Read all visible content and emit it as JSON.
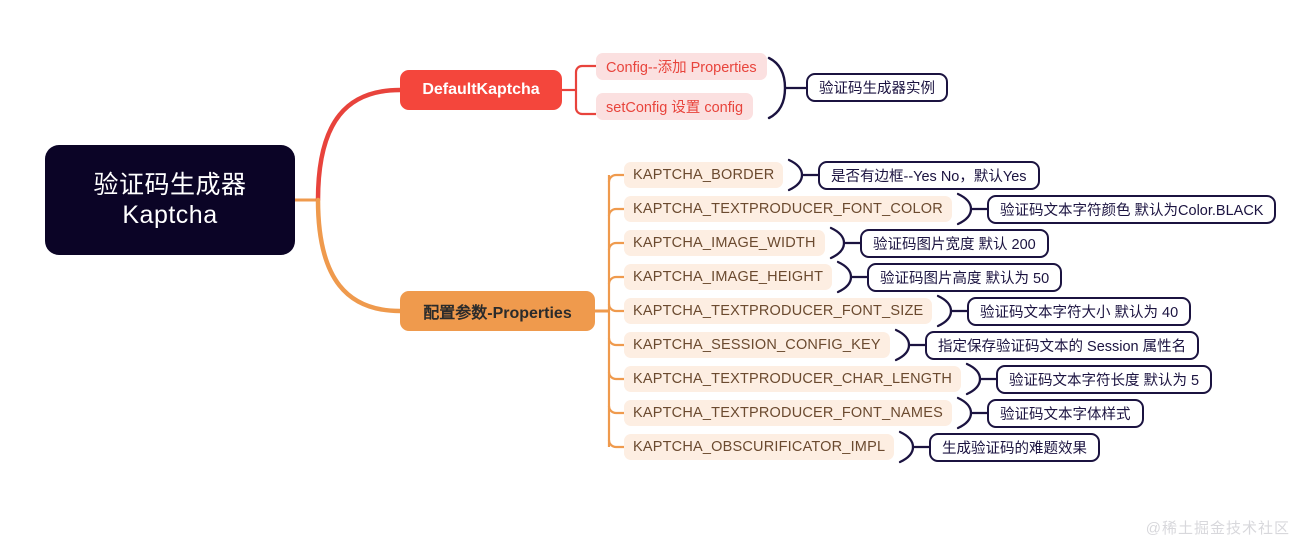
{
  "root": {
    "line1": "验证码生成器",
    "line2": "Kaptcha",
    "color": "#0b0426"
  },
  "branches": [
    {
      "id": "default-kaptcha",
      "label": "DefaultKaptcha",
      "color": "#f4463c",
      "children": [
        {
          "label": "Config--添加 Properties"
        },
        {
          "label": "setConfig 设置 config"
        }
      ],
      "group_desc": "验证码生成器实例"
    },
    {
      "id": "properties",
      "label": "配置参数-Properties",
      "color": "#ef9a4d",
      "items": [
        {
          "key": "KAPTCHA_BORDER",
          "desc": "是否有边框--Yes No，默认Yes"
        },
        {
          "key": "KAPTCHA_TEXTPRODUCER_FONT_COLOR",
          "desc": "验证码文本字符颜色 默认为Color.BLACK"
        },
        {
          "key": "KAPTCHA_IMAGE_WIDTH",
          "desc": "验证码图片宽度 默认 200"
        },
        {
          "key": "KAPTCHA_IMAGE_HEIGHT",
          "desc": "验证码图片高度 默认为 50"
        },
        {
          "key": "KAPTCHA_TEXTPRODUCER_FONT_SIZE",
          "desc": "验证码文本字符大小 默认为 40"
        },
        {
          "key": "KAPTCHA_SESSION_CONFIG_KEY",
          "desc": "指定保存验证码文本的 Session 属性名"
        },
        {
          "key": "KAPTCHA_TEXTPRODUCER_CHAR_LENGTH",
          "desc": "验证码文本字符长度 默认为 5"
        },
        {
          "key": "KAPTCHA_TEXTPRODUCER_FONT_NAMES",
          "desc": "验证码文本字体样式"
        },
        {
          "key": "KAPTCHA_OBSCURIFICATOR_IMPL",
          "desc": "生成验证码的难题效果"
        }
      ]
    }
  ],
  "watermark": "@稀土掘金技术社区"
}
